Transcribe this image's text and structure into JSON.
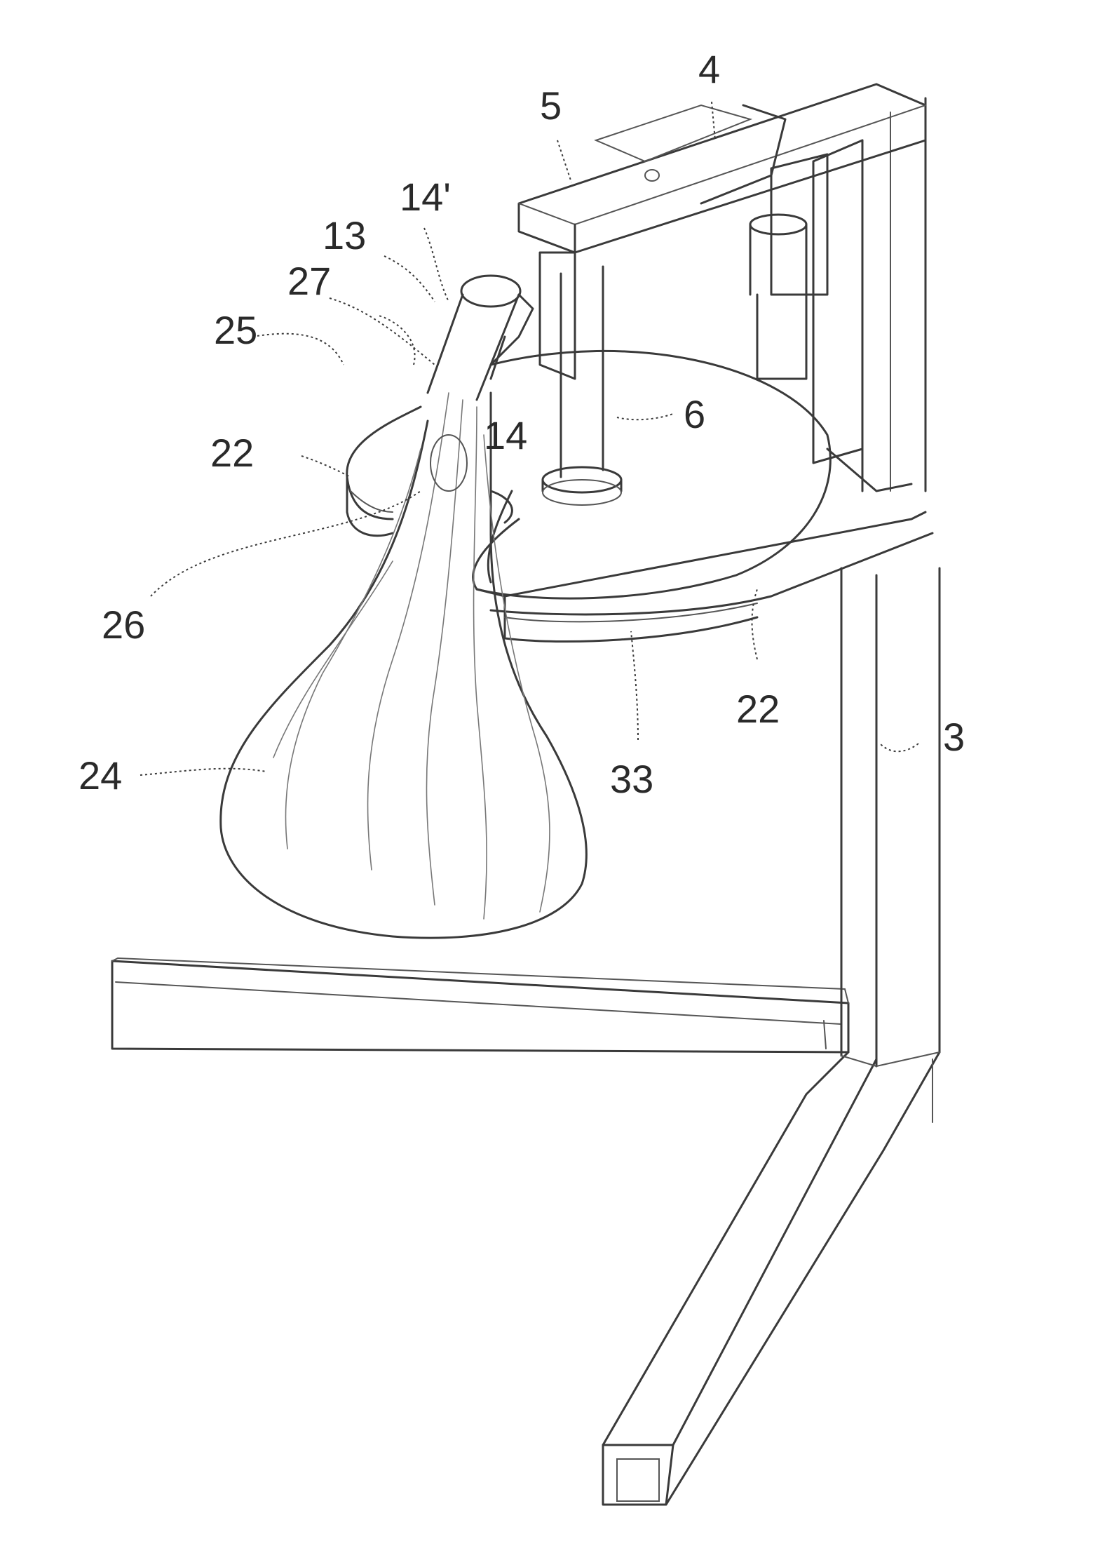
{
  "figure": {
    "labels": {
      "l4": "4",
      "l5": "5",
      "l14p": "14'",
      "l13": "13",
      "l27": "27",
      "l25": "25",
      "l14": "14",
      "l6": "6",
      "l22a": "22",
      "l26": "26",
      "l22b": "22",
      "l33": "33",
      "l24": "24",
      "l3": "3"
    }
  }
}
